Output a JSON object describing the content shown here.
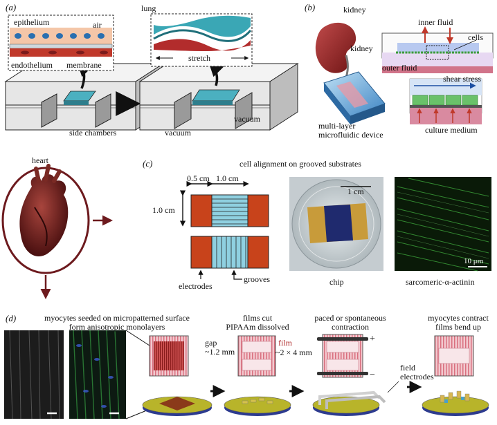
{
  "panel_a": {
    "letter": "(a)",
    "title": "lung",
    "labels": {
      "epithelium": "epithelium",
      "air": "air",
      "endothelium": "endothelium",
      "membrane": "membrane",
      "stretch": "stretch",
      "side_chambers": "side chambers",
      "vacuum_left": "vacuum",
      "vacuum_right": "vacuum"
    }
  },
  "panel_b": {
    "letter": "(b)",
    "title": "kidney",
    "labels": {
      "kidney": "kidney",
      "device": "multi-layer\nmicrofluidic device",
      "inner_fluid": "inner fluid",
      "outer_fluid": "outer fluid",
      "cells": "cells",
      "shear_stress": "shear stress",
      "culture_medium": "culture medium"
    }
  },
  "heart": {
    "title": "heart"
  },
  "panel_c": {
    "letter": "(c)",
    "title": "cell alignment on grooved  substrates",
    "labels": {
      "dim_05": "0.5 cm",
      "dim_10_top": "1.0 cm",
      "dim_10_left": "1.0 cm",
      "electrodes": "electrodes",
      "grooves": "grooves",
      "scale_1cm": "1 cm",
      "chip": "chip",
      "scale_10um": "10 μm",
      "sarcomeric": "sarcomeric-α-actinin"
    }
  },
  "panel_d": {
    "letter": "(d)",
    "step1": "myocytes seeded on micropatterned surface\nform anisotropic monolayers",
    "step2": "films cut\nPIPAAm dissolved",
    "gap": "gap\n~1.2 mm",
    "film": "film",
    "film_size": "~2 × 4 mm",
    "step3": "paced or spontaneous\ncontraction",
    "plus": "+",
    "minus": "−",
    "field_electrodes": "field\nelectrodes",
    "step4": "myocytes contract\nfilms bend up"
  },
  "colors": {
    "orange": "#c8431b",
    "cyan": "#8fd0e0",
    "maroon": "#6d1a1e",
    "film_red": "#b03030",
    "pink": "#e7a7b0",
    "gray": "#c9c9c9"
  }
}
